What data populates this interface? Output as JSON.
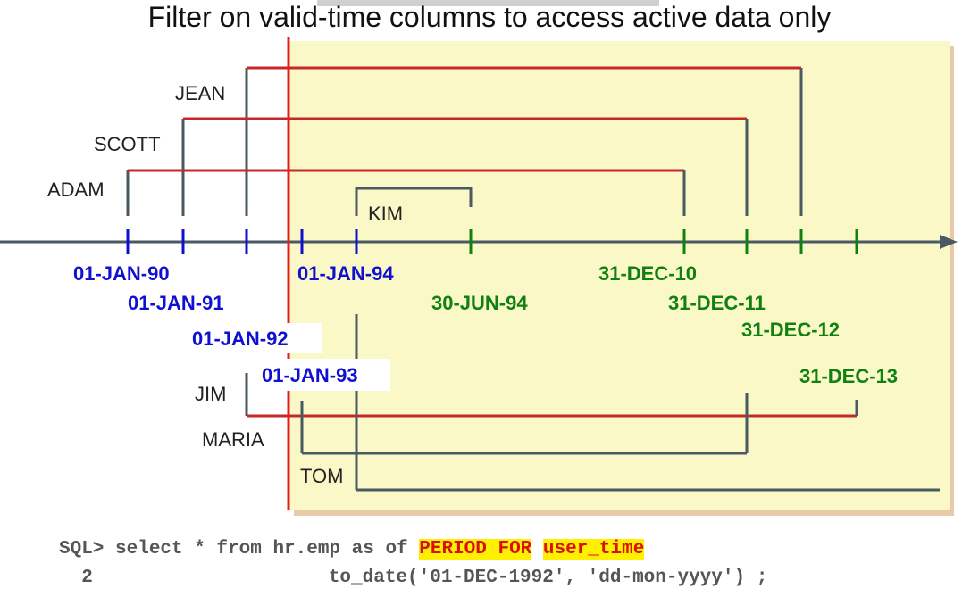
{
  "title": "Filter on valid-time columns to access active data only",
  "colors": {
    "query_line": "#e02020",
    "timeline": "#4a5a62",
    "start_dates": "#1010d0",
    "end_dates": "#108010",
    "highlight_area": "#fbf8c8",
    "sql_highlight": "#fff000"
  },
  "employees": [
    {
      "name": "JEAN",
      "start": "01-JAN-92",
      "end": "31-DEC-12"
    },
    {
      "name": "SCOTT",
      "start": "01-JAN-91",
      "end": "31-DEC-11"
    },
    {
      "name": "ADAM",
      "start": "01-JAN-90",
      "end": "31-DEC-10"
    },
    {
      "name": "KIM",
      "start": "01-JAN-94",
      "end": "30-JUN-94"
    },
    {
      "name": "JIM",
      "start": "01-JAN-92",
      "end": "31-DEC-13"
    },
    {
      "name": "MARIA",
      "start": "01-JAN-93",
      "end": "31-DEC-11"
    },
    {
      "name": "TOM",
      "start": "01-JAN-94",
      "end": null
    }
  ],
  "start_dates": [
    "01-JAN-90",
    "01-JAN-91",
    "01-JAN-92",
    "01-JAN-93",
    "01-JAN-94"
  ],
  "end_dates": [
    "30-JUN-94",
    "31-DEC-10",
    "31-DEC-11",
    "31-DEC-12",
    "31-DEC-13"
  ],
  "query_date": "01-DEC-1992",
  "sql": {
    "prompt": "SQL> select * from hr.emp as of ",
    "keyword": "PERIOD FOR",
    "column": "user_time",
    "line2_number": "  2",
    "line2_text": "to_date('01-DEC-1992', 'dd-mon-yyyy') ;"
  }
}
